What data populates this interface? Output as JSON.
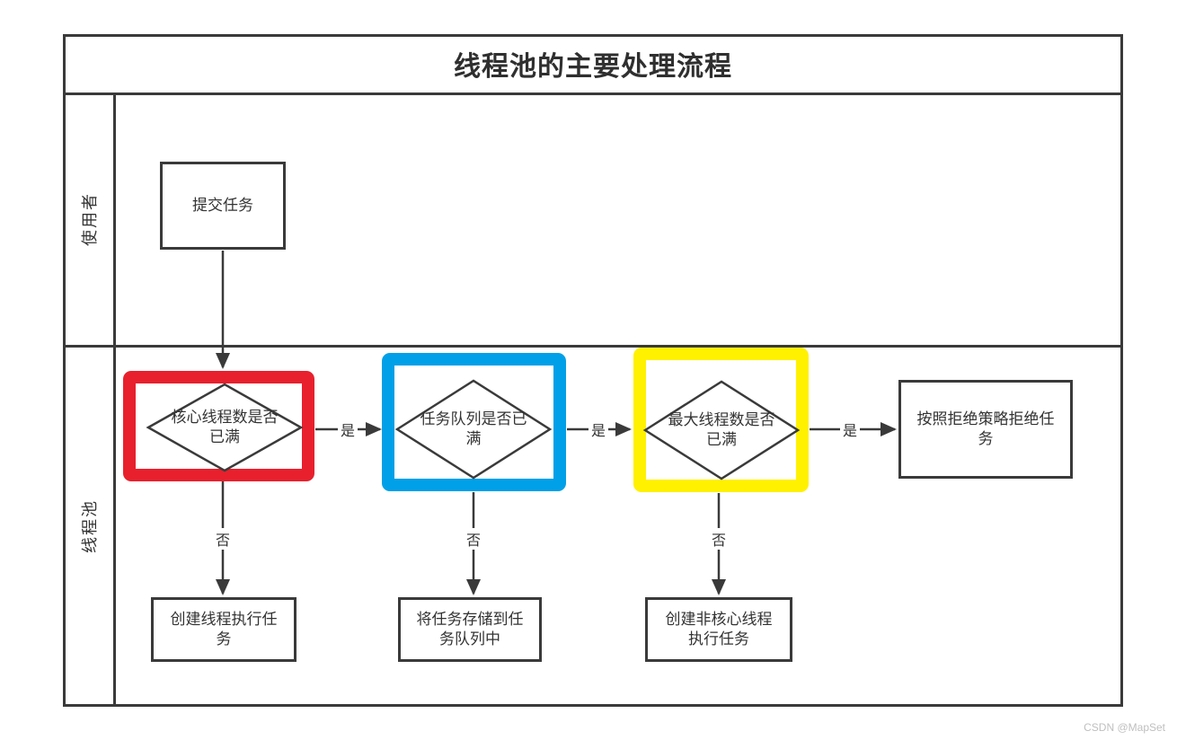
{
  "title": "线程池的主要处理流程",
  "lanes": {
    "user": "使用者",
    "pool": "线程池"
  },
  "nodes": {
    "submit": "提交任务",
    "core_full": "核心线程数是否已满",
    "queue_full": "任务队列是否已满",
    "max_full": "最大线程数是否已满",
    "reject": "按照拒绝策略拒绝任务",
    "create_thread": "创建线程执行任务",
    "store_queue": "将任务存储到任务队列中",
    "create_noncore": "创建非核心线程执行任务"
  },
  "edge_labels": {
    "yes": "是",
    "no": "否"
  },
  "colors": {
    "line": "#3a3a3a",
    "highlight_red": "#e8202d",
    "highlight_blue": "#00a0e8",
    "highlight_yellow": "#fff100"
  },
  "watermark": "CSDN @MapSet"
}
